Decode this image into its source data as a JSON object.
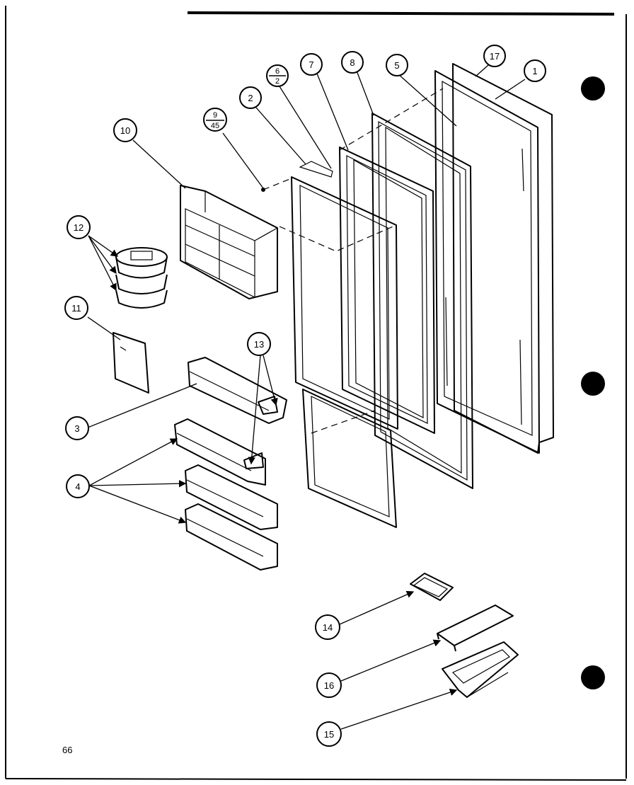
{
  "callouts": {
    "c1": "1",
    "c17": "17",
    "c5": "5",
    "c8": "8",
    "c7": "7",
    "c6_top": "6",
    "c6_bottom": "2",
    "c2": "2",
    "c9_top": "9",
    "c9_bottom": "45",
    "c10": "10",
    "c12": "12",
    "c11": "11",
    "c13": "13",
    "c3": "3",
    "c4": "4",
    "c14": "14",
    "c16": "16",
    "c15": "15"
  },
  "page_number": "66"
}
